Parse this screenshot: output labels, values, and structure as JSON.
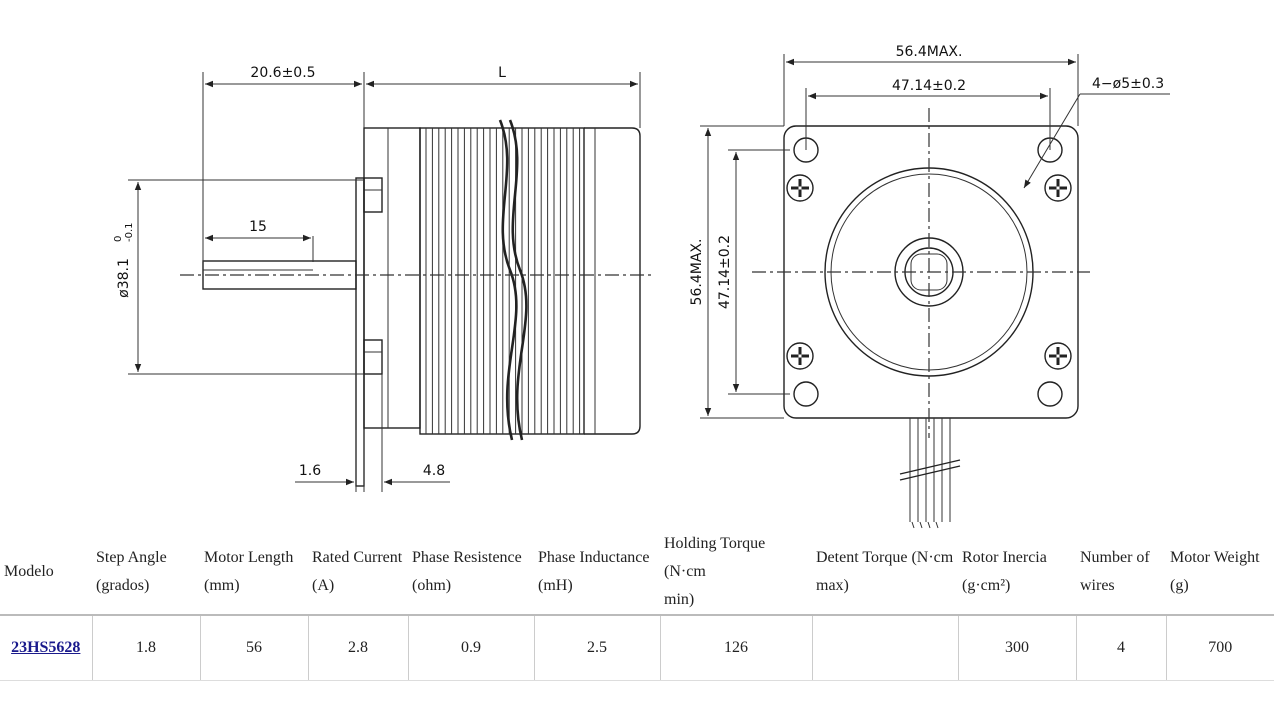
{
  "drawing": {
    "side_view": {
      "dim_flange_to_shaft": "20.6±0.5",
      "dim_length": "L",
      "dim_shaft_flat": "15",
      "dim_pilot_diameter": "ø38.1",
      "dim_pilot_tol_upper": "0",
      "dim_pilot_tol_lower": "-0.1",
      "dim_flange_thickness": "1.6",
      "dim_boss": "4.8"
    },
    "front_view": {
      "dim_overall_width": "56.4MAX.",
      "dim_hole_spacing_h": "47.14±0.2",
      "dim_holes": "4−ø5±0.3",
      "dim_overall_height": "56.4MAX.",
      "dim_hole_spacing_v": "47.14±0.2"
    }
  },
  "table": {
    "headers": [
      {
        "line1": "Modelo",
        "line2": ""
      },
      {
        "line1": "Step Angle",
        "line2": "(grados)"
      },
      {
        "line1": "Motor Length",
        "line2": "(mm)"
      },
      {
        "line1": "Rated Current",
        "line2": "(A)"
      },
      {
        "line1": "Phase Resistence",
        "line2": "(ohm)"
      },
      {
        "line1": "Phase Inductance",
        "line2": "(mH)"
      },
      {
        "line1": "Holding Torque (N·cm",
        "line2": "min)"
      },
      {
        "line1": "Detent Torque (N·cm",
        "line2": "max)"
      },
      {
        "line1": "Rotor Inercia",
        "line2": "(g·cm²)"
      },
      {
        "line1": "Number of",
        "line2": "wires"
      },
      {
        "line1": "Motor Weight",
        "line2": "(g)"
      }
    ],
    "rows": [
      {
        "model": "23HS5628",
        "cells": [
          "1.8",
          "56",
          "2.8",
          "0.9",
          "2.5",
          "126",
          "",
          "300",
          "4",
          "700"
        ]
      }
    ]
  }
}
